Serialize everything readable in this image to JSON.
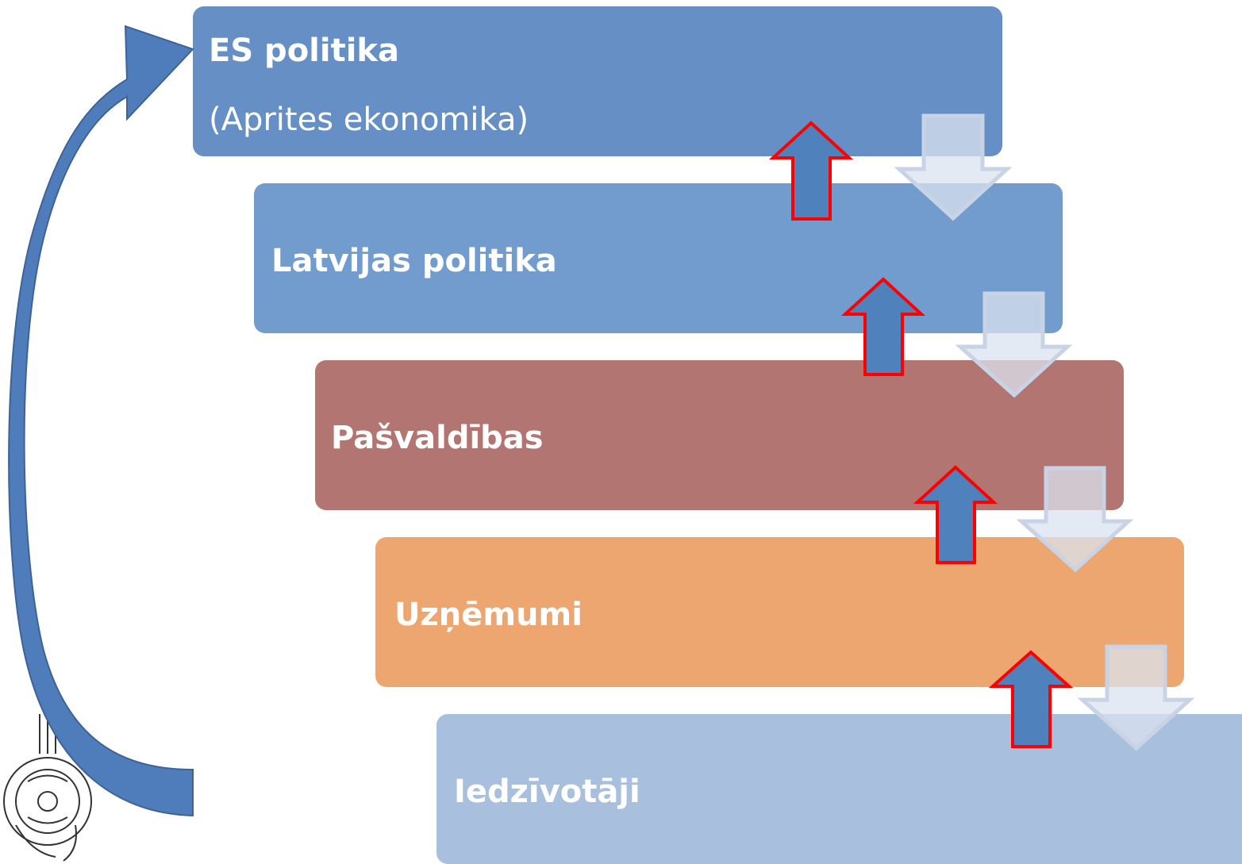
{
  "diagram": {
    "levels": [
      {
        "title": "ES politika",
        "subtitle": "(Aprites ekonomika)",
        "color": "#6690c5"
      },
      {
        "title": "Latvijas politika",
        "color": "#729ccd"
      },
      {
        "title": "Pašvaldības",
        "color": "#b37571"
      },
      {
        "title": "Uzņēmumi",
        "color": "#eda66f"
      },
      {
        "title": "Iedzīvotāji",
        "color": "#a8c0de"
      }
    ],
    "up_arrow": {
      "fill": "#4f81bd",
      "stroke": "#ff0000"
    },
    "down_arrow": {
      "fill": "#dbe3ef",
      "stroke": "#c8d3e6"
    },
    "feedback_arrow": {
      "fill": "#4f7dbb"
    },
    "logo": {
      "name": "emblem-logo"
    }
  }
}
